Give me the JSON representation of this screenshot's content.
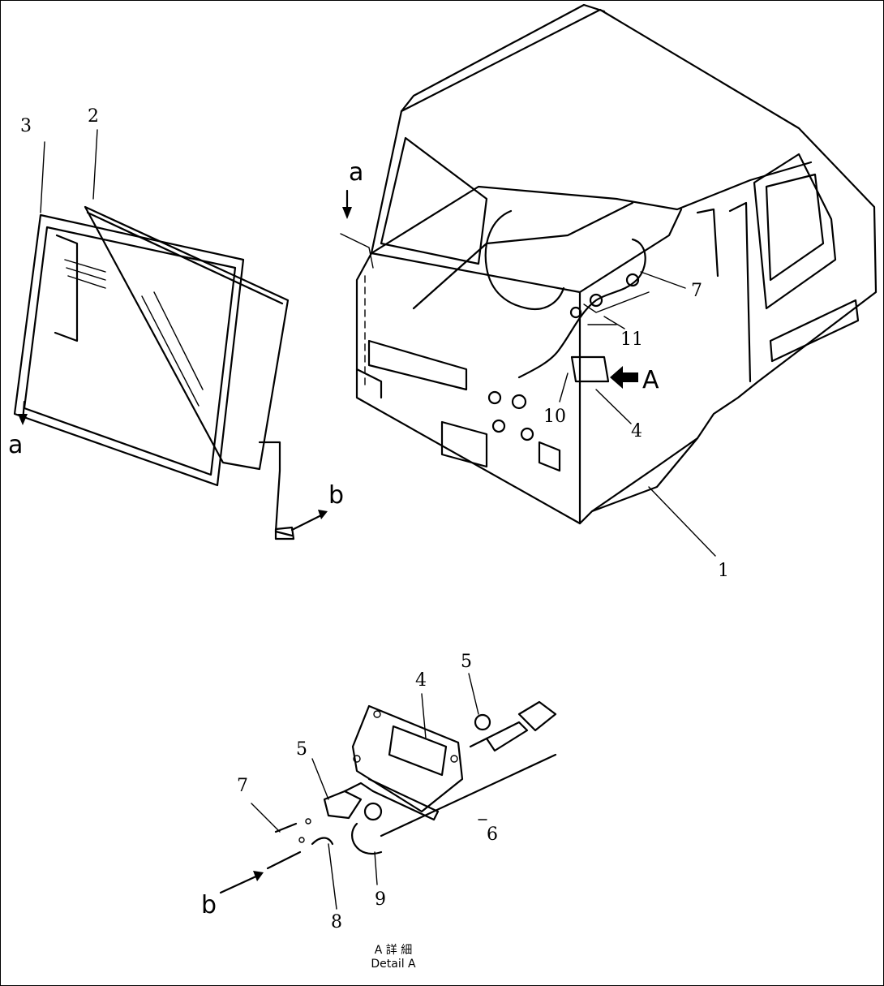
{
  "callouts": {
    "c1": "1",
    "c2": "2",
    "c3": "3",
    "c4": "4",
    "c4b": "4",
    "c5": "5",
    "c5b": "5",
    "c6": "6",
    "c7": "7",
    "c7b": "7",
    "c8": "8",
    "c9": "9",
    "c10": "10",
    "c11": "11"
  },
  "markers": {
    "a_top": "a",
    "a_left": "a",
    "b_right": "b",
    "b_bottom": "b",
    "view_A": "A"
  },
  "caption": {
    "jp": "A 詳 細",
    "en": "Detail A"
  }
}
